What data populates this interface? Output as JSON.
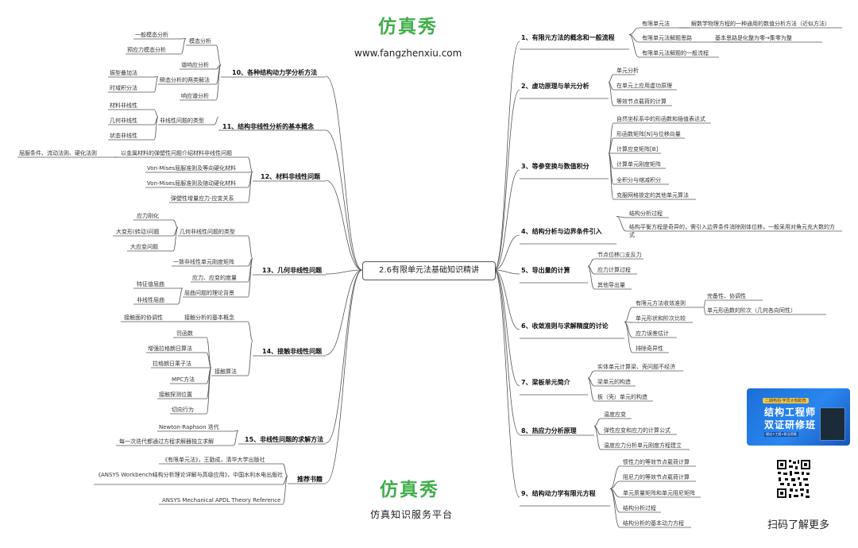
{
  "center": "2.6有限单元法基础知识精讲",
  "brand": {
    "logo_text": "仿真秀",
    "website": "www.fangzhenxiu.com",
    "platform": "仿真知识服务平台"
  },
  "ad": {
    "tag": "二期热招·学员大咖助阵",
    "line1": "结构工程师",
    "line2": "双证研修班",
    "sub": "理论+工程+职业资格"
  },
  "qr_caption": "扫码了解更多",
  "right": {
    "b1": {
      "title": "1、有限元方法的概念和一般流程",
      "items": [
        "有限单元法",
        "有限单元法解题思路",
        "有限单元法解题的一般流程"
      ],
      "sub1": "解数学物理方程的一种通用的数值分析方法（近似方法）",
      "sub2": "基本思路是化整为零→集零为整"
    },
    "b2": {
      "title": "2、虚功原理与单元分析",
      "items": [
        "单元分析",
        "在单元上应用虚功原理",
        "等效节点载荷的计算"
      ]
    },
    "b3": {
      "title": "3、等参变换与数值积分",
      "items": [
        "自然坐标系中的形函数和插值表达式",
        "形函数矩阵[N]与位移向量",
        "计算应变矩阵[B]",
        "计算单元刚度矩阵",
        "全积分与缩减积分",
        "克服网格锁定的其他单元算法"
      ]
    },
    "b4": {
      "title": "4、结构分析与边界条件引入",
      "items": [
        "结构分析过程",
        "结构平衡方程是奇异的，需引入边界条件消除刚体位移，一般采用对角元充大数的方式"
      ]
    },
    "b5": {
      "title": "5、导出量的计算",
      "items": [
        "节点位移□支反力",
        "应力计算过程",
        "其他导出量"
      ]
    },
    "b6": {
      "title": "6、收敛准则与求解精度的讨论",
      "items": [
        "有限元方法收敛准则",
        "单元形状和阶次比较",
        "应力误差估计",
        "排除奇异性"
      ],
      "sub": [
        "完备性、协调性",
        "单元形函数的阶次（几何各向同性）"
      ]
    },
    "b7": {
      "title": "7、梁板单元简介",
      "items": [
        "实体单元计算梁、壳问题不经济",
        "梁单元的构造",
        "板（壳）单元的构造"
      ]
    },
    "b8": {
      "title": "8、热应力分析原理",
      "items": [
        "温度应变",
        "弹性应变和应力的计算公式",
        "温度应力分析单元刚度方程建立"
      ]
    },
    "b9": {
      "title": "9、结构动力学有限元方程",
      "items": [
        "惯性力的等效节点载荷计算",
        "阻尼力的等效节点载荷计算",
        "单元质量矩阵和单元阻尼矩阵",
        "结构分析过程",
        "结构分析的基本动力方程"
      ]
    }
  },
  "left": {
    "b10": {
      "title": "10、各种结构动力学分析方法",
      "items": [
        "模态分析",
        "谐响应分析",
        "瞬态分析的两类解法",
        "响应谱分析"
      ],
      "modal": [
        "一般模态分析",
        "预应力模态分析"
      ],
      "transient": [
        "振型叠加法",
        "时域积分法"
      ]
    },
    "b11": {
      "title": "11、结构非线性分析的基本概念",
      "item": "非线性问题的类型",
      "sub": [
        "材料非线性",
        "几何非线性",
        "状态非线性"
      ]
    },
    "b12": {
      "title": "12、材料非线性问题",
      "items": [
        "以金属材料的弹塑性问题介绍材料非线性问题",
        "Von-Mises屈服准则及等向硬化材料",
        "Von-Mises屈服准则及随动硬化材料",
        "弹塑性增量应力-应变关系"
      ],
      "sub": "屈服条件、流动法则、硬化法则"
    },
    "b13": {
      "title": "13、几何非线性问题",
      "items": [
        "几何非线性问题的类型",
        "一致非线性单元刚度矩阵",
        "应力、应变的度量",
        "屈曲问题的理论背景"
      ],
      "types": [
        "应力刚化",
        "大变形(转动)问题",
        "大应变问题"
      ],
      "buckling": [
        "特征值屈曲",
        "非线性屈曲"
      ]
    },
    "b14": {
      "title": "14、接触非线性问题",
      "items": [
        "接触分析的基本概念",
        "接触算法"
      ],
      "concept_sub": "接触面的协调性",
      "algo": [
        "罚函数",
        "增强拉格朗日算法",
        "拉格朗日乘子法",
        "MPC方法",
        "接触探测位置",
        "切向行为"
      ]
    },
    "b15": {
      "title": "15、非线性问题的求解方法",
      "items": [
        "Newton-Raphson 迭代",
        "每一次迭代都通过方程求解器独立求解"
      ]
    },
    "b16": {
      "title": "推荐书籍",
      "items": [
        "《有限单元法》，王勖成，清华大学出版社",
        "《ANSYS Workbench结构分析理论详解与高级应用》，中国水利水电出版社",
        "ANSYS Mechanical APDL Theory Reference"
      ]
    }
  }
}
